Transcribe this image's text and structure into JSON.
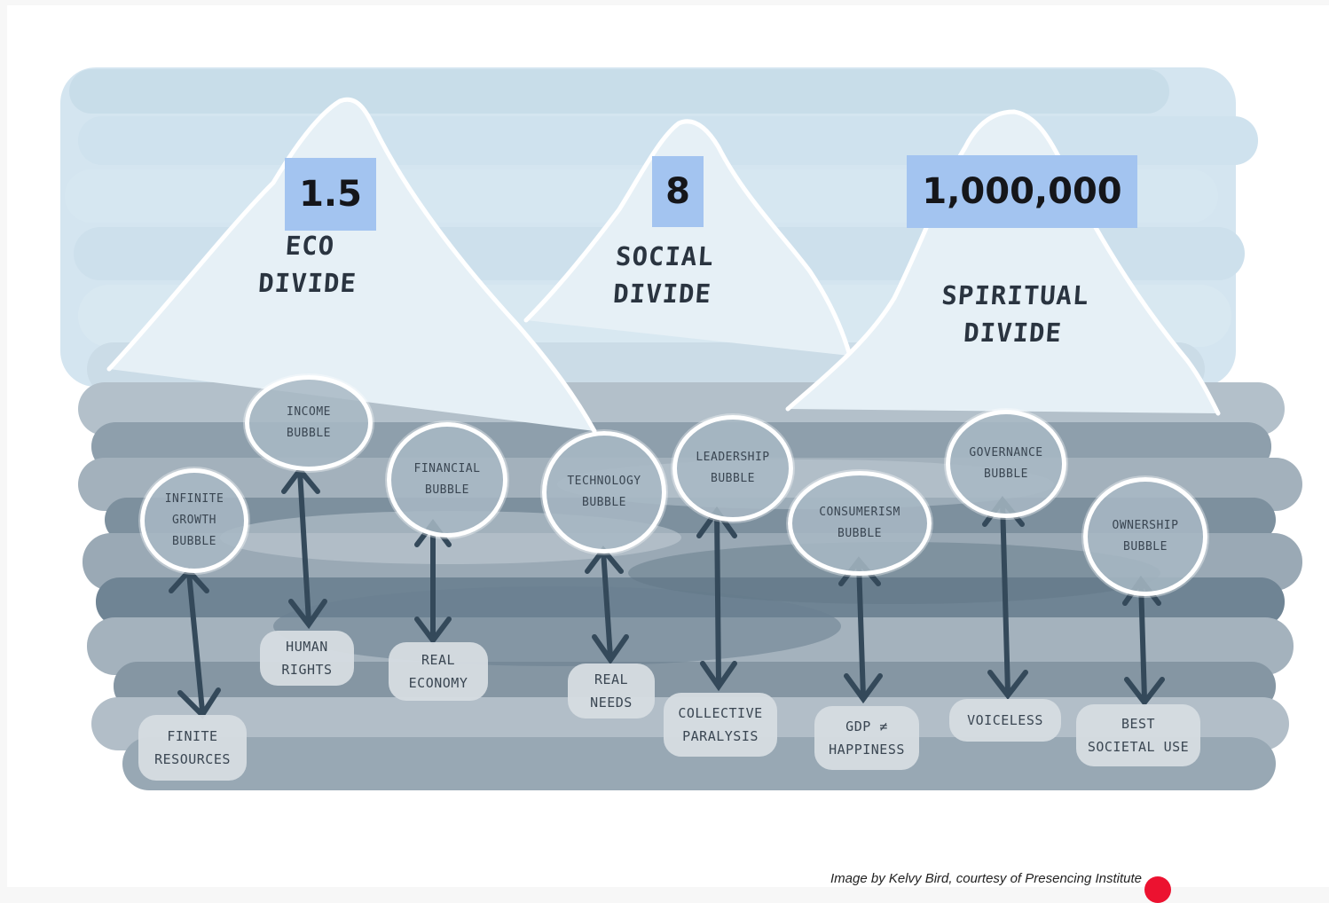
{
  "divides": [
    {
      "number": "1.5",
      "label": "ECO\nDIVIDE"
    },
    {
      "number": "8",
      "label": "SOCIAL\nDIVIDE"
    },
    {
      "number": "1,000,000",
      "label": "SPIRITUAL\nDIVIDE"
    }
  ],
  "bubbles": [
    {
      "label": "Infinite\nGrowth\nBubble",
      "ground": "Finite\nResources"
    },
    {
      "label": "Income\nBubble",
      "ground": "Human\nRights"
    },
    {
      "label": "Financial\nBubble",
      "ground": "Real\nEconomy"
    },
    {
      "label": "Technology\nBubble",
      "ground": "Real\nNeeds"
    },
    {
      "label": "Leadership\nBubble",
      "ground": "Collective\nParalysis"
    },
    {
      "label": "Consumerism\nBubble",
      "ground": "GDP ≠\nHappiness"
    },
    {
      "label": "Governance\nBubble",
      "ground": "Voiceless"
    },
    {
      "label": "Ownership\nBubble",
      "ground": "Best\nSocietal Use"
    }
  ],
  "credit": "Image by Kelvy Bird, courtesy of Presencing Institute",
  "colors": {
    "sky": "#cfe2ee",
    "number_box": "#a3c4f0",
    "arrow": "#34495a",
    "water_dark": "#6f8494",
    "water_light": "#b9c5ce",
    "record_dot": "#ec1230"
  }
}
